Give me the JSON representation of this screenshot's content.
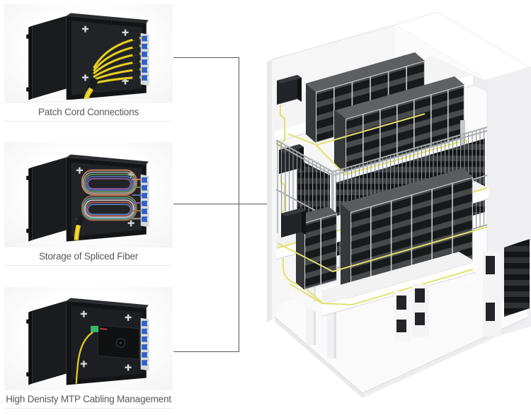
{
  "cards": [
    {
      "caption": "Patch Cord Connections"
    },
    {
      "caption": "Storage of Spliced Fiber"
    },
    {
      "caption": "High Denisty MTP Cabling Management"
    }
  ],
  "colors": {
    "caption_text": "#57585a",
    "card_photo_bg": "#f3f3f4",
    "connector_line": "#58585a",
    "building_cable_yellow": "#dfe36e",
    "patch_cord_yellow": "#e6cf1e",
    "rack_front": "#46484a",
    "rack_panel": "#18191b",
    "enclosure_black": "#1a1b1d",
    "adapter_blue": "#2e5fcc",
    "mtp_green": "#35b86b",
    "wall_white": "#f6f6f7"
  }
}
